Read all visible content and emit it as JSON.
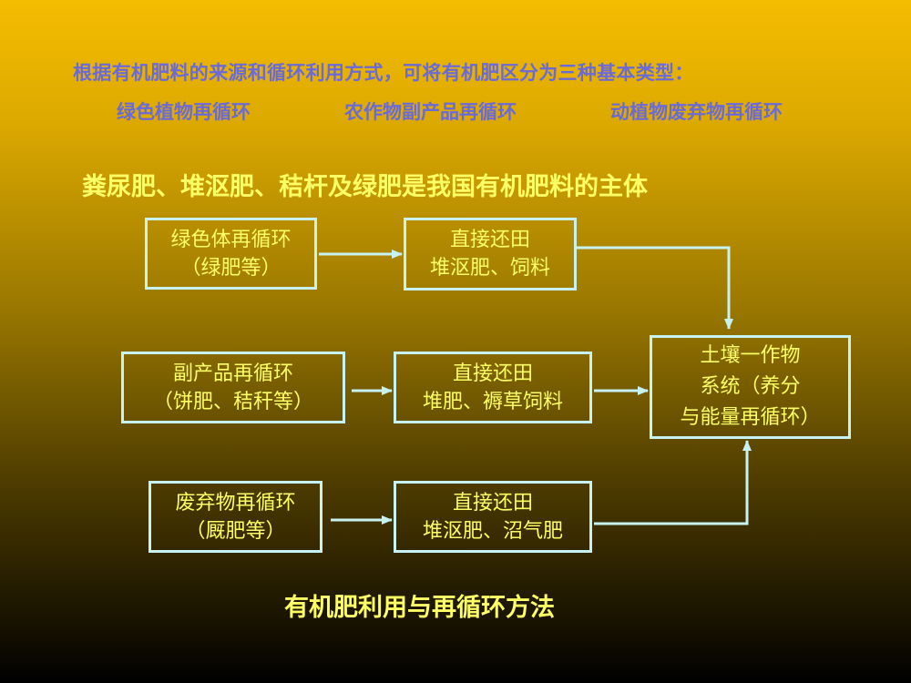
{
  "intro": {
    "sentence": "根据有机肥料的来源和循环利用方式，可将有机肥区分为三种基本类型：",
    "types": [
      "绿色植物再循环",
      "农作物副产品再循环",
      "动植物废弃物再循环"
    ]
  },
  "headline": "粪尿肥、堆沤肥、秸杆及绿肥是我国有机肥料的主体",
  "diagram": {
    "source_green": {
      "line1": "绿色体再循环",
      "line2": "（绿肥等）"
    },
    "method_green": {
      "line1": "直接还田",
      "line2": "堆沤肥、饲料"
    },
    "source_byproduct": {
      "line1": "副产品再循环",
      "line2": "（饼肥、秸秆等）"
    },
    "method_byproduct": {
      "line1": "直接还田",
      "line2": "堆肥、褥草饲料"
    },
    "source_waste": {
      "line1": "废弃物再循环",
      "line2": "（厩肥等）"
    },
    "method_waste": {
      "line1": "直接还田",
      "line2": "堆沤肥、沼气肥"
    },
    "target": {
      "line1": "土壤一作物",
      "line2": "系统（养分",
      "line3": "与能量再循环）"
    }
  },
  "footer": "有机肥利用与再循环方法",
  "colors": {
    "title_text": "#6a6ad8",
    "highlight_text": "#ffff66",
    "box_border": "#c8f2f2",
    "arrow": "#c8f2f2"
  }
}
